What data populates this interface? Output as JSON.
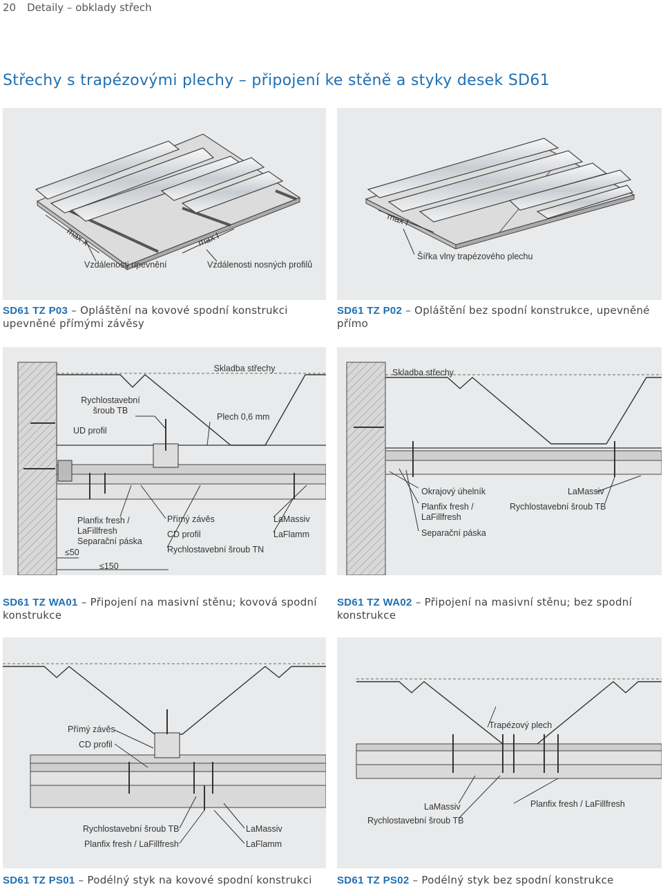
{
  "header": {
    "page_number": "20",
    "section": "Detaily – obklady střech"
  },
  "title": {
    "text": "Střechy s trapézovými plechy – připojení ke stěně a styky desek ",
    "code": "SD61"
  },
  "panels": {
    "p03": {
      "dim_x": "max x",
      "dim_l": "max l",
      "label_1": "Vzdálenosti upevnění",
      "label_2": "Vzdálenosti nosných profilů",
      "caption_code": "SD61 TZ P03",
      "caption_text": " – Opláštění na kovové spodní konstrukci upevněné přímými závěsy"
    },
    "p02": {
      "dim_l": "max l",
      "label_1": "Šířka vlny trapézového plechu",
      "caption_code": "SD61 TZ P02",
      "caption_text": " – Opláštění bez spodní konstrukce, upevněné přímo"
    },
    "wa01": {
      "skladba": "Skladba střechy",
      "rychlo_tb": "Rychlostavební šroub TB",
      "ud": "UD profil",
      "plech": "Plech 0,6 mm",
      "planfix": "Planfix fresh / LaFillfresh",
      "separacni": "Separační páska",
      "primy": "Přímý závěs",
      "cd": "CD profil",
      "rychlo_tn": "Rychlostavební šroub TN",
      "lamassiv": "LaMassiv",
      "laflamm": "LaFlamm",
      "d50": "≤50",
      "d150": "≤150",
      "caption_code": "SD61 TZ WA01",
      "caption_text": " – Připojení na masivní stěnu; kovová spodní konstrukce"
    },
    "wa02": {
      "skladba": "Skladba střechy",
      "okrajovy": "Okrajový úhelník",
      "planfix": "Planfix fresh / LaFillfresh",
      "separacni": "Separační páska",
      "lamassiv": "LaMassiv",
      "rychlo_tb": "Rychlostavební šroub TB",
      "caption_code": "SD61 TZ WA02",
      "caption_text": " – Připojení na masivní stěnu; bez spodní konstrukce"
    },
    "ps01": {
      "primy": "Přímý závěs",
      "cd": "CD profil",
      "rychlo_tb": "Rychlostavební šroub TB",
      "planfix": "Planfix fresh / LaFillfresh",
      "lamassiv": "LaMassiv",
      "laflamm": "LaFlamm",
      "caption_code": "SD61 TZ PS01",
      "caption_text": " – Podélný styk na kovové spodní konstrukci"
    },
    "ps02": {
      "trapezovy": "Trapézový plech",
      "lamassiv": "LaMassiv",
      "rychlo_tb": "Rychlostavební šroub TB",
      "planfix": "Planfix fresh / LaFillfresh",
      "caption_code": "SD61 TZ PS02",
      "caption_text": " – Podélný styk bez spodní konstrukce"
    }
  },
  "colors": {
    "accent": "#1f6fb2",
    "panel_bg": "#e9eaeb",
    "line": "#333333"
  }
}
